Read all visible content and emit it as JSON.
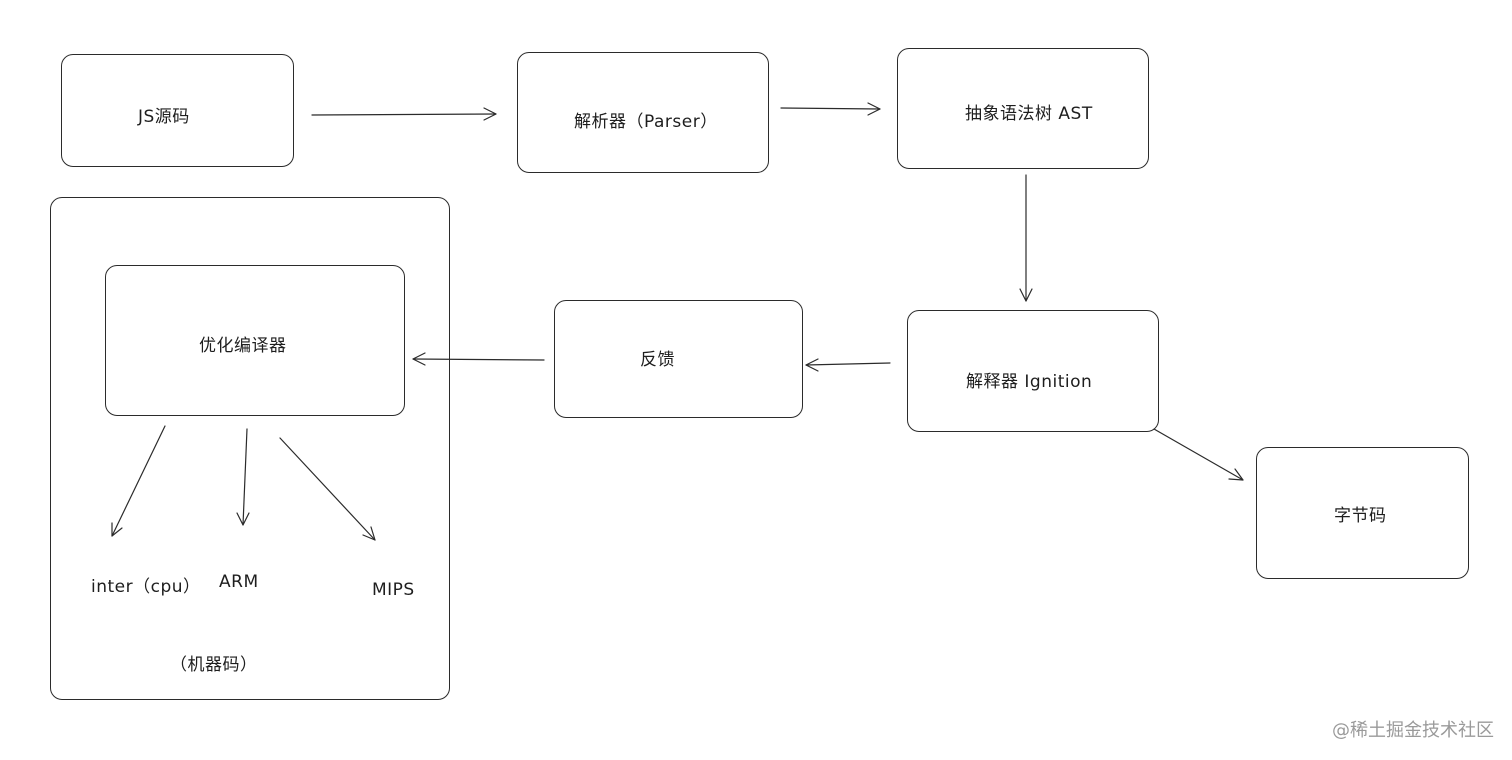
{
  "nodes": {
    "js_source": "JS源码",
    "parser": "解析器（Parser）",
    "ast": "抽象语法树 AST",
    "interpreter": "解释器 Ignition",
    "bytecode": "字节码",
    "feedback": "反馈",
    "optimizing_compiler": "优化编译器"
  },
  "machine_code_group": {
    "targets": [
      "inter（cpu）",
      "ARM",
      "MIPS"
    ],
    "caption": "（机器码）"
  },
  "watermark": "@稀土掘金技术社区",
  "colors": {
    "stroke": "#2b2b2b",
    "text": "#1e1e1e",
    "watermark": "#9a9a9a",
    "background": "#ffffff"
  }
}
